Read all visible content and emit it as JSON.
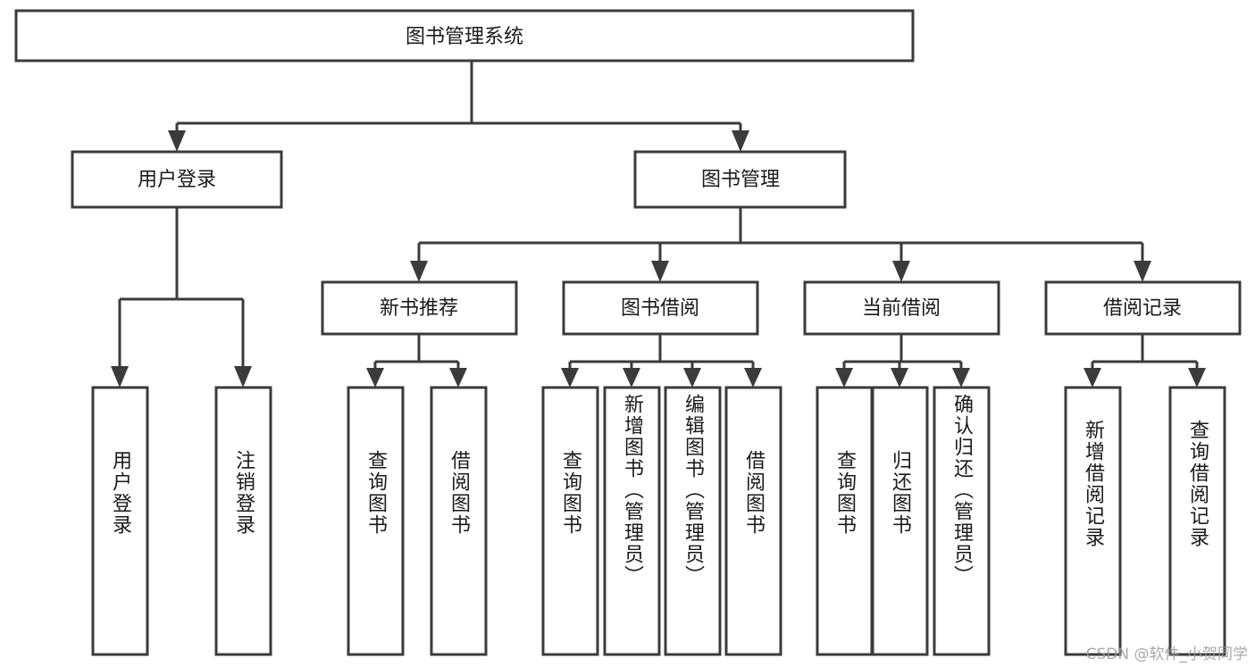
{
  "diagram": {
    "title": "图书管理系统",
    "type": "tree",
    "watermark": "CSDN @软件_小贺同学",
    "colors": {
      "stroke": "#3b3b3b",
      "box_fill": "#ffffff",
      "text": "#1a1a1a",
      "background": "#ffffff",
      "watermark_text": "#9a9a9a"
    },
    "root": {
      "label": "图书管理系统"
    },
    "level2": [
      {
        "label": "用户登录"
      },
      {
        "label": "图书管理"
      }
    ],
    "level3": [
      {
        "label": "新书推荐"
      },
      {
        "label": "图书借阅"
      },
      {
        "label": "当前借阅"
      },
      {
        "label": "借阅记录"
      }
    ],
    "leaves": {
      "user_login": [
        {
          "label": "用户登录"
        },
        {
          "label": "注销登录"
        }
      ],
      "new_book_recommend": [
        {
          "label": "查询图书"
        },
        {
          "label": "借阅图书"
        }
      ],
      "book_borrow": [
        {
          "label": "查询图书"
        },
        {
          "label": "新增图书（管理员）"
        },
        {
          "label": "编辑图书（管理员）"
        },
        {
          "label": "借阅图书"
        }
      ],
      "current_borrow": [
        {
          "label": "查询图书"
        },
        {
          "label": "归还图书"
        },
        {
          "label": "确认归还（管理员）"
        }
      ],
      "borrow_record": [
        {
          "label": "新增借阅记录"
        },
        {
          "label": "查询借阅记录"
        }
      ]
    }
  }
}
